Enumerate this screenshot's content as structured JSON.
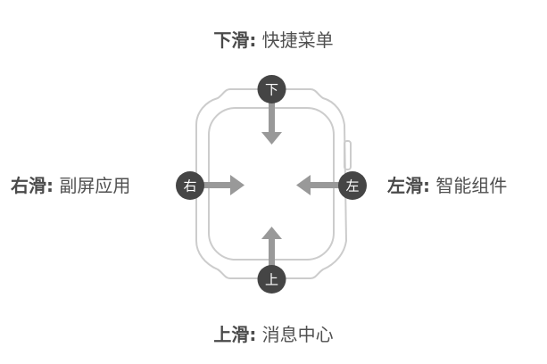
{
  "gestures": {
    "top": {
      "direction": "下滑",
      "separator": ":",
      "target": "快捷菜单",
      "badge": "下"
    },
    "right": {
      "direction": "左滑",
      "separator": ":",
      "target": "智能组件",
      "badge": "左"
    },
    "bottom": {
      "direction": "上滑",
      "separator": ":",
      "target": "消息中心",
      "badge": "上"
    },
    "left": {
      "direction": "右滑",
      "separator": ":",
      "target": "副屏应用",
      "badge": "右"
    }
  },
  "colors": {
    "watch_outline": "#cccccc",
    "arrow": "#999999",
    "badge_fill": "#454545",
    "badge_text": "#ffffff",
    "caption_text": "#505050"
  },
  "icons": {
    "watch": "smartwatch-outline",
    "arrow": "arrow-icon"
  }
}
